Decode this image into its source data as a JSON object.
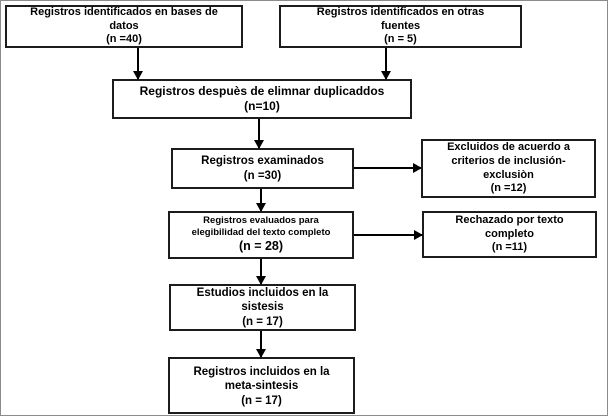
{
  "diagram": {
    "type": "prisma-flowchart",
    "colors": {
      "box_border": "#1c1c1c",
      "text": "#000000",
      "background": "#ffffff",
      "frame_border": "#8c8c8c",
      "arrow": "#000000"
    },
    "boxes": {
      "identified_databases": {
        "lines": [
          "Registros identificados en bases de",
          "datos",
          "(n =40)"
        ]
      },
      "identified_other_sources": {
        "lines": [
          "Registros identificados en otras",
          "fuentes",
          "(n = 5)"
        ]
      },
      "after_duplicates_removed": {
        "lines": [
          "Registros despuès de elimnar duplicaddos",
          "(n=10)"
        ]
      },
      "records_screened": {
        "lines": [
          "Registros examinados",
          "(n =30)"
        ]
      },
      "excluded_by_criteria": {
        "lines": [
          "Excluidos de acuerdo a",
          "criterios de inclusión-",
          "exclusiòn",
          "(n =12)"
        ]
      },
      "fulltext_assessed": {
        "lines": [
          "Registros evaluados para",
          "elegibilidad del texto completo",
          "(n = 28)"
        ]
      },
      "rejected_fulltext": {
        "lines": [
          "Rechazado por texto",
          "completo",
          "(n =11)"
        ]
      },
      "included_synthesis": {
        "lines": [
          "Estudios incluidos en la",
          "sistesis",
          "(n = 17)"
        ]
      },
      "included_metasynthesis": {
        "lines": [
          "Registros incluidos en la",
          "meta-sintesis",
          "(n = 17)"
        ]
      }
    }
  }
}
